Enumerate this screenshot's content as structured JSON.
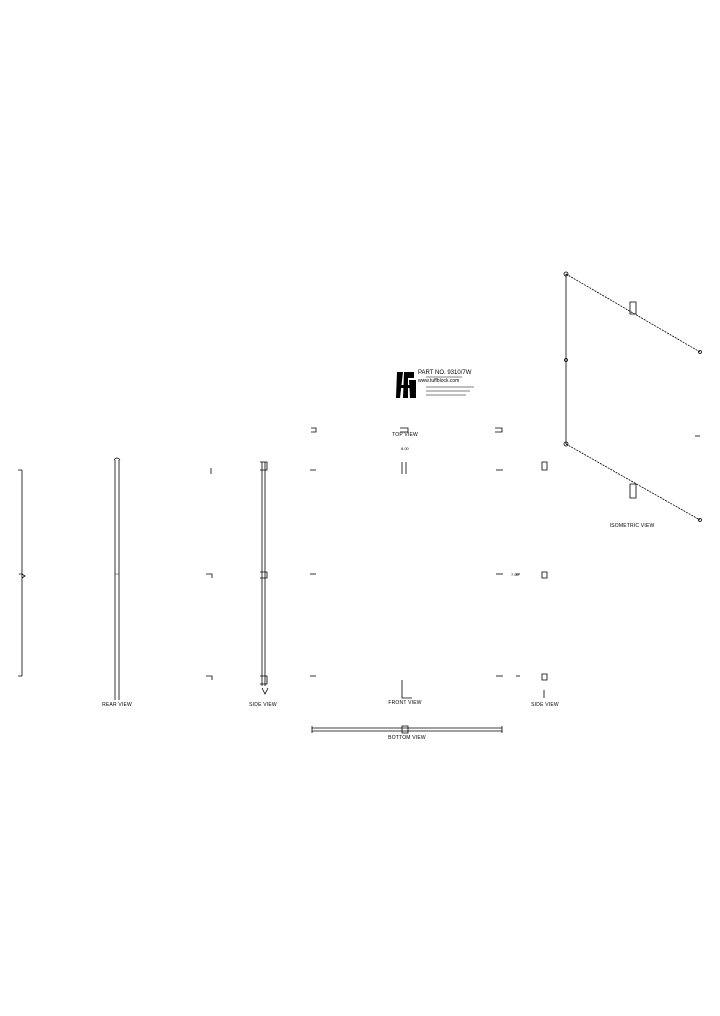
{
  "logo": {
    "title": "PART NO. 9310/7W",
    "url": "www.tuffblock.com"
  },
  "views": {
    "top": "TOP VIEW",
    "front": "FRONT VIEW",
    "bottom": "BOTTOM VIEW",
    "rear": "REAR VIEW",
    "side_left": "SIDE VIEW",
    "side_right": "SIDE VIEW",
    "isometric": "ISOMETRIC VIEW"
  },
  "dims": {
    "top": "8.00",
    "mid": "7.50"
  },
  "colors": {
    "line": "#000000",
    "background": "#ffffff"
  }
}
